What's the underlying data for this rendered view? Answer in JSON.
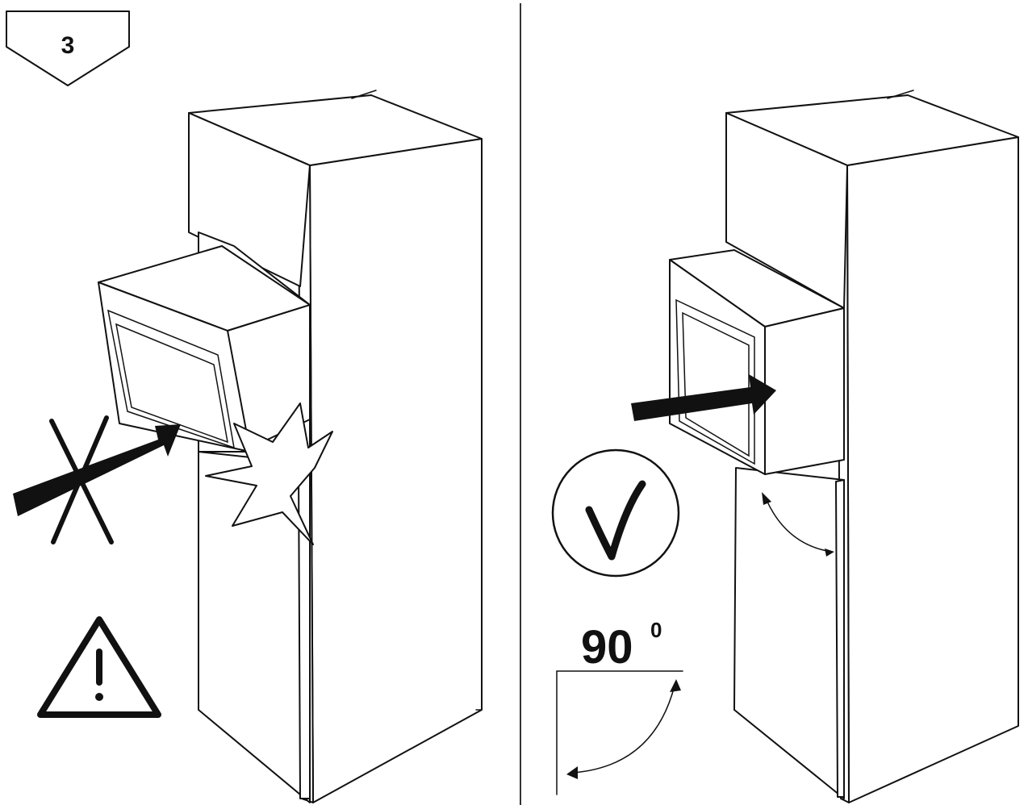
{
  "step": {
    "number": "3"
  },
  "angle": {
    "value": "90",
    "unit": "0"
  },
  "colors": {
    "ink": "#111111",
    "paper": "#ffffff"
  },
  "icons": {
    "wrong": "cross-icon",
    "warning": "warning-triangle-icon",
    "correct": "checkmark-circle-icon",
    "impact": "impact-star-icon",
    "push": "arrow-right-icon"
  }
}
